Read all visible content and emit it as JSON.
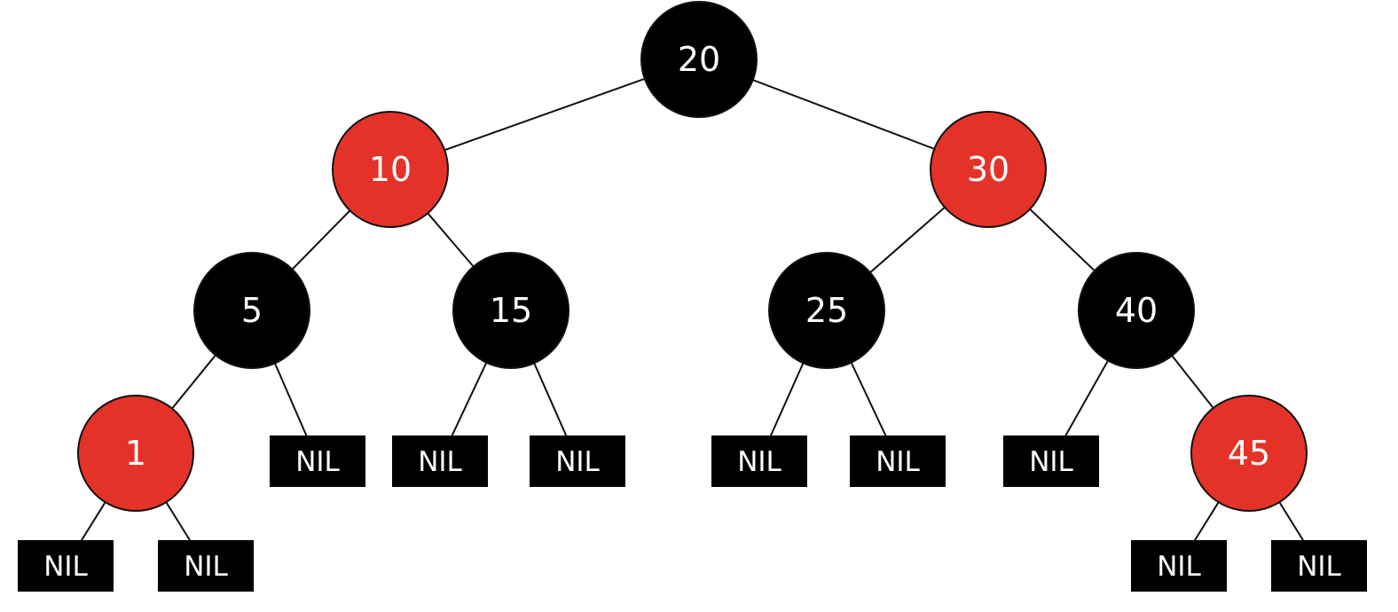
{
  "colors": {
    "red": "#e53228",
    "black": "#000000",
    "text": "#ffffff",
    "edge": "#111111"
  },
  "nodes": [
    {
      "id": "n20",
      "label": "20",
      "color": "black"
    },
    {
      "id": "n10",
      "label": "10",
      "color": "red"
    },
    {
      "id": "n30",
      "label": "30",
      "color": "red"
    },
    {
      "id": "n5",
      "label": "5",
      "color": "black"
    },
    {
      "id": "n15",
      "label": "15",
      "color": "black"
    },
    {
      "id": "n25",
      "label": "25",
      "color": "black"
    },
    {
      "id": "n40",
      "label": "40",
      "color": "black"
    },
    {
      "id": "n1",
      "label": "1",
      "color": "red"
    },
    {
      "id": "n45",
      "label": "45",
      "color": "red"
    }
  ],
  "nil_leaves": [
    {
      "id": "nil-1-left",
      "label": "NIL"
    },
    {
      "id": "nil-1-right",
      "label": "NIL"
    },
    {
      "id": "nil-5-right",
      "label": "NIL"
    },
    {
      "id": "nil-15-left",
      "label": "NIL"
    },
    {
      "id": "nil-15-right",
      "label": "NIL"
    },
    {
      "id": "nil-25-left",
      "label": "NIL"
    },
    {
      "id": "nil-25-right",
      "label": "NIL"
    },
    {
      "id": "nil-40-left",
      "label": "NIL"
    },
    {
      "id": "nil-45-left",
      "label": "NIL"
    },
    {
      "id": "nil-45-right",
      "label": "NIL"
    }
  ],
  "edges": [
    [
      "n20",
      "n10"
    ],
    [
      "n20",
      "n30"
    ],
    [
      "n10",
      "n5"
    ],
    [
      "n10",
      "n15"
    ],
    [
      "n30",
      "n25"
    ],
    [
      "n30",
      "n40"
    ],
    [
      "n5",
      "n1"
    ],
    [
      "n5",
      "nil-5-right"
    ],
    [
      "n15",
      "nil-15-left"
    ],
    [
      "n15",
      "nil-15-right"
    ],
    [
      "n25",
      "nil-25-left"
    ],
    [
      "n25",
      "nil-25-right"
    ],
    [
      "n40",
      "nil-40-left"
    ],
    [
      "n40",
      "n45"
    ],
    [
      "n1",
      "nil-1-left"
    ],
    [
      "n1",
      "nil-1-right"
    ],
    [
      "n45",
      "nil-45-left"
    ],
    [
      "n45",
      "nil-45-right"
    ]
  ]
}
